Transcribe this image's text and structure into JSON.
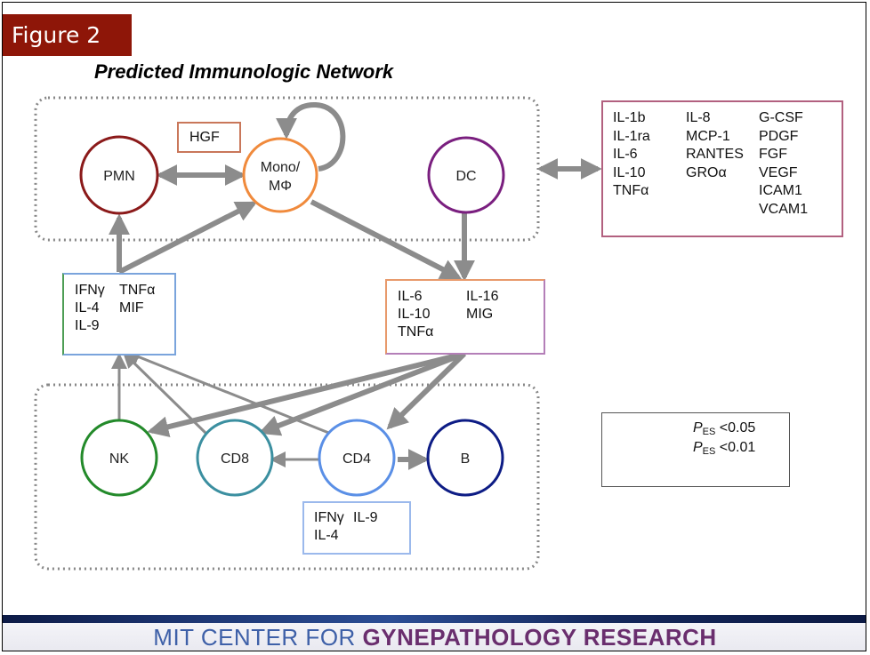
{
  "figure_label": "Figure 2",
  "title": "Predicted Immunologic Network",
  "nodes": {
    "pmn": {
      "label": "PMN",
      "color": "#8b1a1a"
    },
    "mono": {
      "label_line1": "Mono/",
      "label_line2": "MΦ",
      "color": "#f08a3c"
    },
    "dc": {
      "label": "DC",
      "color": "#7a1f7f"
    },
    "nk": {
      "label": "NK",
      "color": "#238a2a"
    },
    "cd8": {
      "label": "CD8",
      "color": "#3b8fa0"
    },
    "cd4": {
      "label": "CD4",
      "color": "#5a8fe6"
    },
    "b": {
      "label": "B",
      "color": "#0d1c85"
    }
  },
  "boxes": {
    "hgf": {
      "items": [
        "HGF"
      ]
    },
    "secreted": {
      "columns": [
        [
          "IL-1b",
          "IL-1ra",
          "IL-6",
          "IL-10",
          "TNFα"
        ],
        [
          "IL-8",
          "MCP-1",
          "RANTES",
          "GROα"
        ],
        [
          "G-CSF",
          "PDGF",
          "FGF",
          "VEGF",
          "ICAM1",
          "VCAM1"
        ]
      ]
    },
    "lymph_out": {
      "rows": [
        [
          "IFNγ",
          "TNFα"
        ],
        [
          "IL-4",
          "MIF"
        ],
        [
          "IL-9",
          ""
        ]
      ]
    },
    "myeloid_out": {
      "rows": [
        [
          "IL-6",
          "IL-16"
        ],
        [
          "IL-10",
          "MIG"
        ],
        [
          "TNFα",
          ""
        ]
      ]
    },
    "cd4_out": {
      "rows": [
        [
          "IFNγ",
          "IL-9"
        ],
        [
          "IL-4",
          ""
        ]
      ]
    }
  },
  "edges": [
    {
      "from": "PMN",
      "to": "Mono/MΦ",
      "significance": "p<0.01",
      "bidirectional": true
    },
    {
      "from": "Mono/MΦ",
      "to": "Mono/MΦ",
      "significance": "p<0.01",
      "self_loop": true
    },
    {
      "from": "lymphoid cytokines",
      "to": "PMN",
      "significance": "p<0.01"
    },
    {
      "from": "lymphoid cytokines",
      "to": "Mono/MΦ",
      "significance": "p<0.01"
    },
    {
      "from": "Mono/MΦ",
      "to": "myeloid cytokines",
      "significance": "p<0.01"
    },
    {
      "from": "DC",
      "to": "myeloid cytokines",
      "significance": "p<0.01"
    },
    {
      "from": "myeloid group",
      "to": "secreted factors",
      "significance": "p<0.01",
      "bidirectional": true
    },
    {
      "from": "NK",
      "to": "lymphoid cytokines",
      "significance": "p<0.05"
    },
    {
      "from": "CD8",
      "to": "lymphoid cytokines",
      "significance": "p<0.05"
    },
    {
      "from": "CD4",
      "to": "lymphoid cytokines",
      "significance": "p<0.05"
    },
    {
      "from": "myeloid cytokines",
      "to": "NK",
      "significance": "p<0.01"
    },
    {
      "from": "myeloid cytokines",
      "to": "CD8",
      "significance": "p<0.01"
    },
    {
      "from": "myeloid cytokines",
      "to": "CD4",
      "significance": "p<0.01"
    },
    {
      "from": "CD4",
      "to": "CD8",
      "significance": "p<0.05"
    },
    {
      "from": "CD4",
      "to": "B",
      "significance": "p<0.01"
    }
  ],
  "legend": {
    "items": [
      {
        "symbol": "P",
        "sub": "ES",
        "text": " <0.05",
        "arrow": "thin"
      },
      {
        "symbol": "P",
        "sub": "ES",
        "text": " <0.01",
        "arrow": "thick"
      }
    ]
  },
  "footer": {
    "light": "MIT CENTER FOR ",
    "bold": "GYNEPATHOLOGY RESEARCH"
  },
  "colors": {
    "arrow": "#8c8c8c",
    "group_border": "#888888",
    "figure_label_bg": "#8e1608"
  }
}
